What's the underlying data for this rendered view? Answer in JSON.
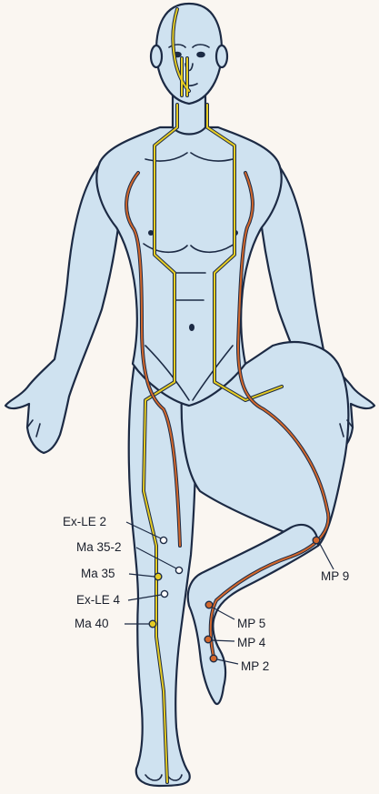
{
  "colors": {
    "background": "#faf6f1",
    "skin": "#cfe2f0",
    "outline": "#1c2a44",
    "yellow_meridian": "#e6cc24",
    "orange_meridian": "#d2672c"
  },
  "labels": {
    "ex_le_2": "Ex-LE 2",
    "ma_35_2": "Ma 35-2",
    "ma_35": "Ma 35",
    "ex_le_4": "Ex-LE 4",
    "ma_40": "Ma 40",
    "mp_9": "MP 9",
    "mp_5": "MP 5",
    "mp_4": "MP 4",
    "mp_2": "MP 2"
  }
}
